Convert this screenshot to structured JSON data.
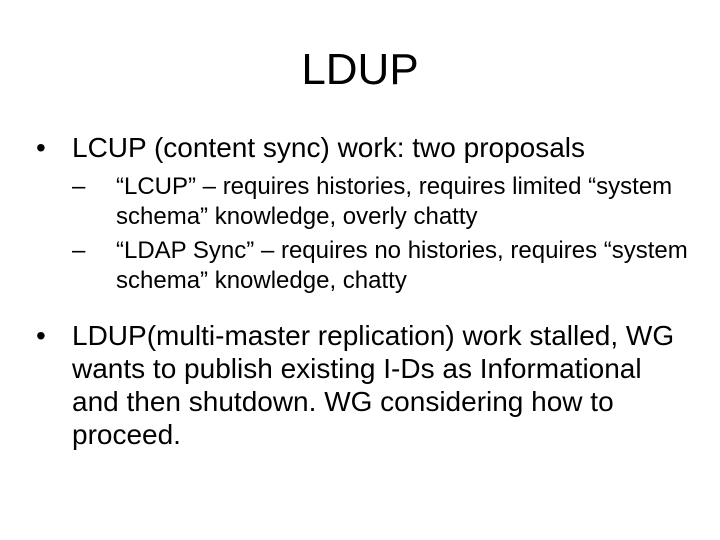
{
  "slide": {
    "title": "LDUP",
    "bullets": [
      {
        "marker": "•",
        "text": "LCUP (content sync) work: two proposals",
        "subitems": [
          {
            "marker": "–",
            "text": "“LCUP” – requires histories, requires limited “system schema” knowledge, overly chatty"
          },
          {
            "marker": "–",
            "text": "“LDAP Sync” – requires no histories, requires “system schema” knowledge, chatty"
          }
        ]
      },
      {
        "marker": "•",
        "text": "LDUP(multi-master replication) work stalled, WG wants to publish existing I-Ds as Informational and then shutdown.  WG considering how to proceed."
      }
    ]
  }
}
